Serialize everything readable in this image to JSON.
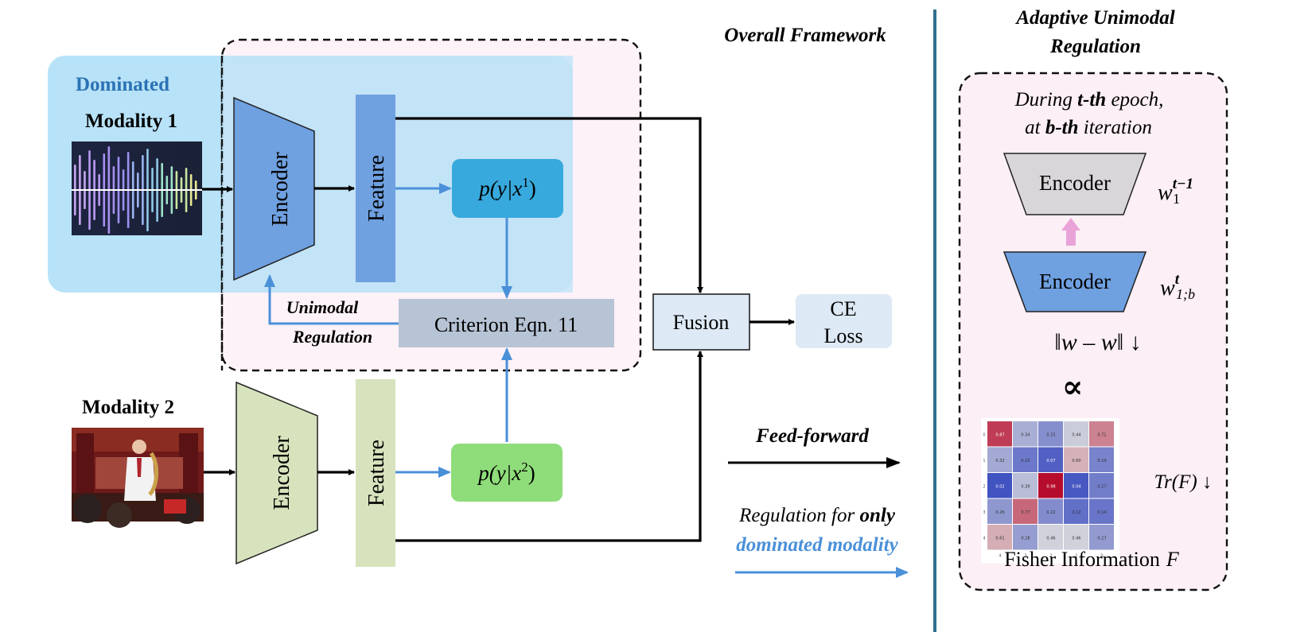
{
  "framework": {
    "title": "Overall Framework",
    "dominated_label": "Dominated",
    "modality1": {
      "label": "Modality 1",
      "encoder": "Encoder",
      "feature": "Feature",
      "prob_prefix": "p(y|x",
      "prob_sup": "1",
      "prob_suffix": ")"
    },
    "modality2": {
      "label": "Modality 2",
      "encoder": "Encoder",
      "feature": "Feature",
      "prob_prefix": "p(y|x",
      "prob_sup": "2",
      "prob_suffix": ")"
    },
    "criterion": "Criterion Eqn. 11",
    "regulation_line1": "Unimodal",
    "regulation_line2": "Regulation",
    "fusion": "Fusion",
    "loss_line1": "CE",
    "loss_line2": "Loss"
  },
  "legend": {
    "feedforward": "Feed-forward",
    "regulation_prefix": "Regulation for ",
    "regulation_only": "only",
    "regulation_line2": "dominated modality"
  },
  "adaptive": {
    "title_line1": "Adaptive Unimodal",
    "title_line2": "Regulation",
    "epoch_prefix": "During ",
    "epoch_t": "t-th",
    "epoch_suffix": " epoch,",
    "iter_prefix": "at ",
    "iter_b": "b-th",
    "iter_suffix": " iteration",
    "encoder_prev": "Encoder",
    "encoder_curr": "Encoder",
    "weight_prev_base": "w",
    "weight_prev_sub": "1",
    "weight_prev_sup": "t−1",
    "weight_curr_base": "w",
    "weight_curr_sub": "1;b",
    "weight_curr_sup": "t",
    "norm_expr": "‖w – w‖ ↓",
    "proportional": "∝",
    "trace_expr": "Tr(F) ↓",
    "fisher_label": "Fisher Information"
  },
  "heatmap": {
    "values": [
      [
        "0.87",
        "0.34",
        "0.23",
        "0.44",
        "0.71"
      ],
      [
        "0.32",
        "0.15",
        "0.07",
        "0.60",
        "0.19"
      ],
      [
        "0.02",
        "0.39",
        "0.98",
        "0.04",
        "0.17"
      ],
      [
        "0.26",
        "0.77",
        "0.22",
        "0.12",
        "0.14"
      ],
      [
        "0.61",
        "0.28",
        "0.46",
        "0.46",
        "0.27"
      ]
    ],
    "row_labels": [
      "0",
      "1",
      "2",
      "3",
      "4"
    ],
    "col_labels": [
      "4",
      "3",
      "2",
      "1",
      "0"
    ]
  },
  "colors": {
    "feedforward": "#000000",
    "regulation": "#4a90d9",
    "modality1_encoder": "#6fa0e0",
    "modality2_encoder": "#d7e3bd",
    "prob1": "#37a9dd",
    "prob2": "#8fdd7a",
    "dominated_bg": "#b8e2f8",
    "divider": "#2f6f8f"
  }
}
